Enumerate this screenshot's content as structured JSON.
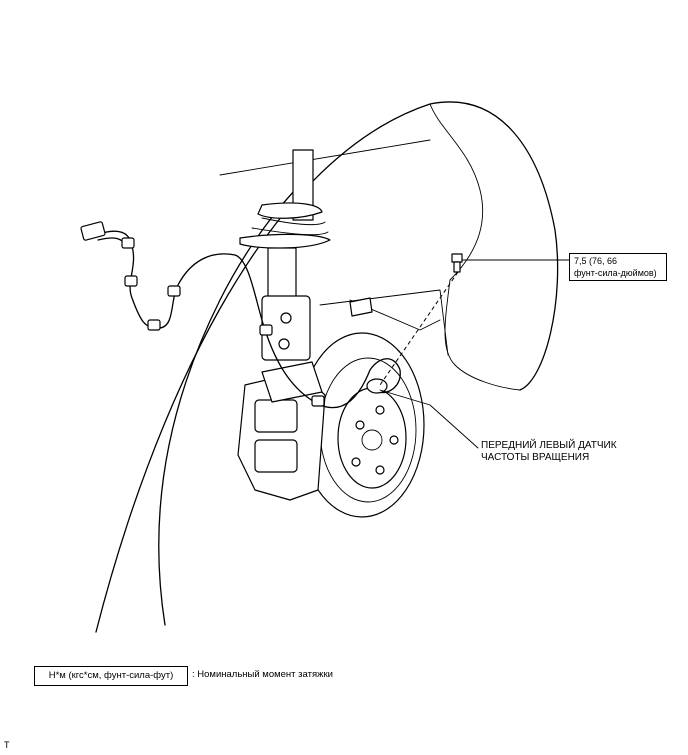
{
  "callouts": {
    "torque_line1": "7,5 (76, 66",
    "torque_line2": "фунт-сила-дюймов)",
    "sensor_line1": "ПЕРЕДНИЙ ЛЕВЫЙ ДАТЧИК",
    "sensor_line2": "ЧАСТОТЫ ВРАЩЕНИЯ"
  },
  "legend": {
    "units_box": "Н*м (кгс*см, фунт-сила-фут)",
    "description": ": Номинальный момент затяжки"
  },
  "footer": {
    "mark": "T"
  }
}
